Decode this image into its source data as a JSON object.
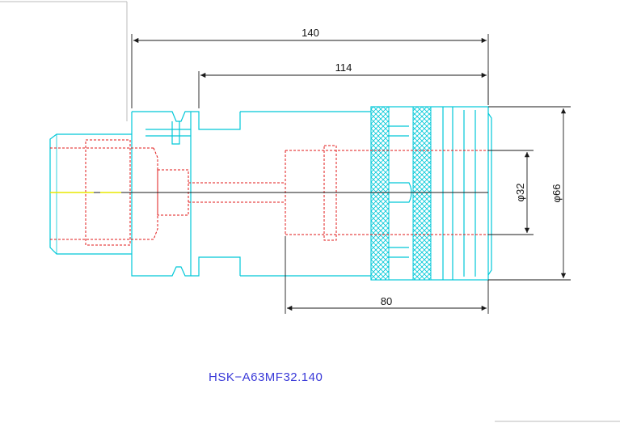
{
  "drawing": {
    "part_number": "HSK−A63MF32.140",
    "dimensions": {
      "overall_length": "140",
      "body_length": "114",
      "bore_depth": "80",
      "bore_diameter": "φ32",
      "outer_diameter": "φ66"
    }
  },
  "colors": {
    "outline": "#00c8d8",
    "hidden_lines": "#e01818",
    "dimension_lines": "#1a1a1a",
    "centerline": "#1a1a1a",
    "center_mark": "#e8e800",
    "title_text": "#3a3ad8",
    "frame": "#bbbbbb"
  }
}
